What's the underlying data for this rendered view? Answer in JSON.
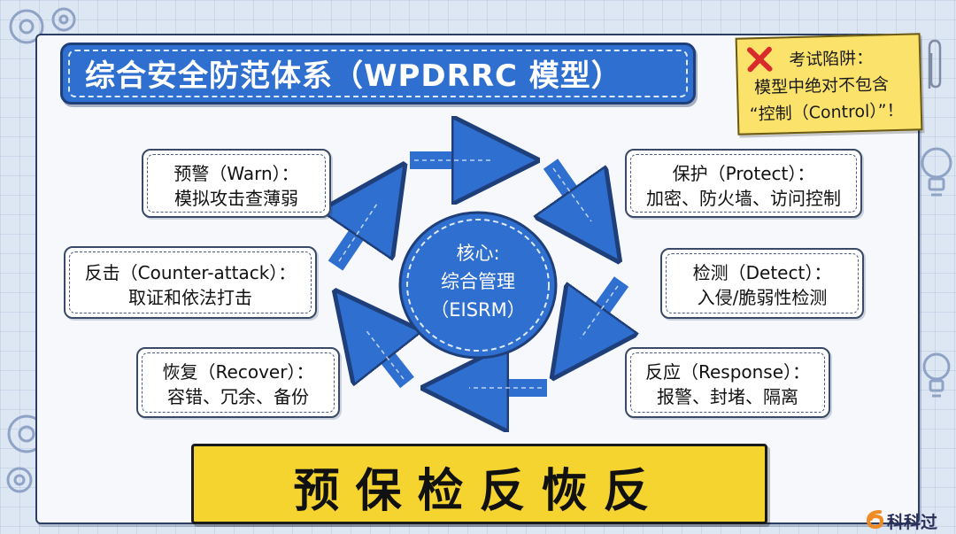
{
  "title": "综合安全防范体系（WPDRRC 模型）",
  "note": {
    "line1": "考试陷阱：",
    "line2": "模型中绝对不包含",
    "line3": "“控制（Control）”！",
    "icon": "red-x-icon"
  },
  "core": {
    "line1": "核心:",
    "line2": "综合管理",
    "line3": "（EISRM）"
  },
  "stages": {
    "warn": {
      "line1": "预警（Warn）：",
      "line2": "模拟攻击查薄弱"
    },
    "protect": {
      "line1": "保护（Protect）：",
      "line2": "加密、防火墙、访问控制"
    },
    "detect": {
      "line1": "检测（Detect）：",
      "line2": "入侵/脆弱性检测"
    },
    "response": {
      "line1": "反应（Response）：",
      "line2": "报警、封堵、隔离"
    },
    "recover": {
      "line1": "恢复（Recover）：",
      "line2": "容错、冗余、备份"
    },
    "counter": {
      "line1": "反击（Counter-attack）：",
      "line2": "取证和依法打击"
    }
  },
  "mnemonic": "预保检反恢反",
  "logo_text": "科科过",
  "colors": {
    "primary_blue": "#2f6fd0",
    "note_yellow": "#fbe36b",
    "banner_yellow": "#f5d430",
    "warning_red": "#d92b2b"
  }
}
